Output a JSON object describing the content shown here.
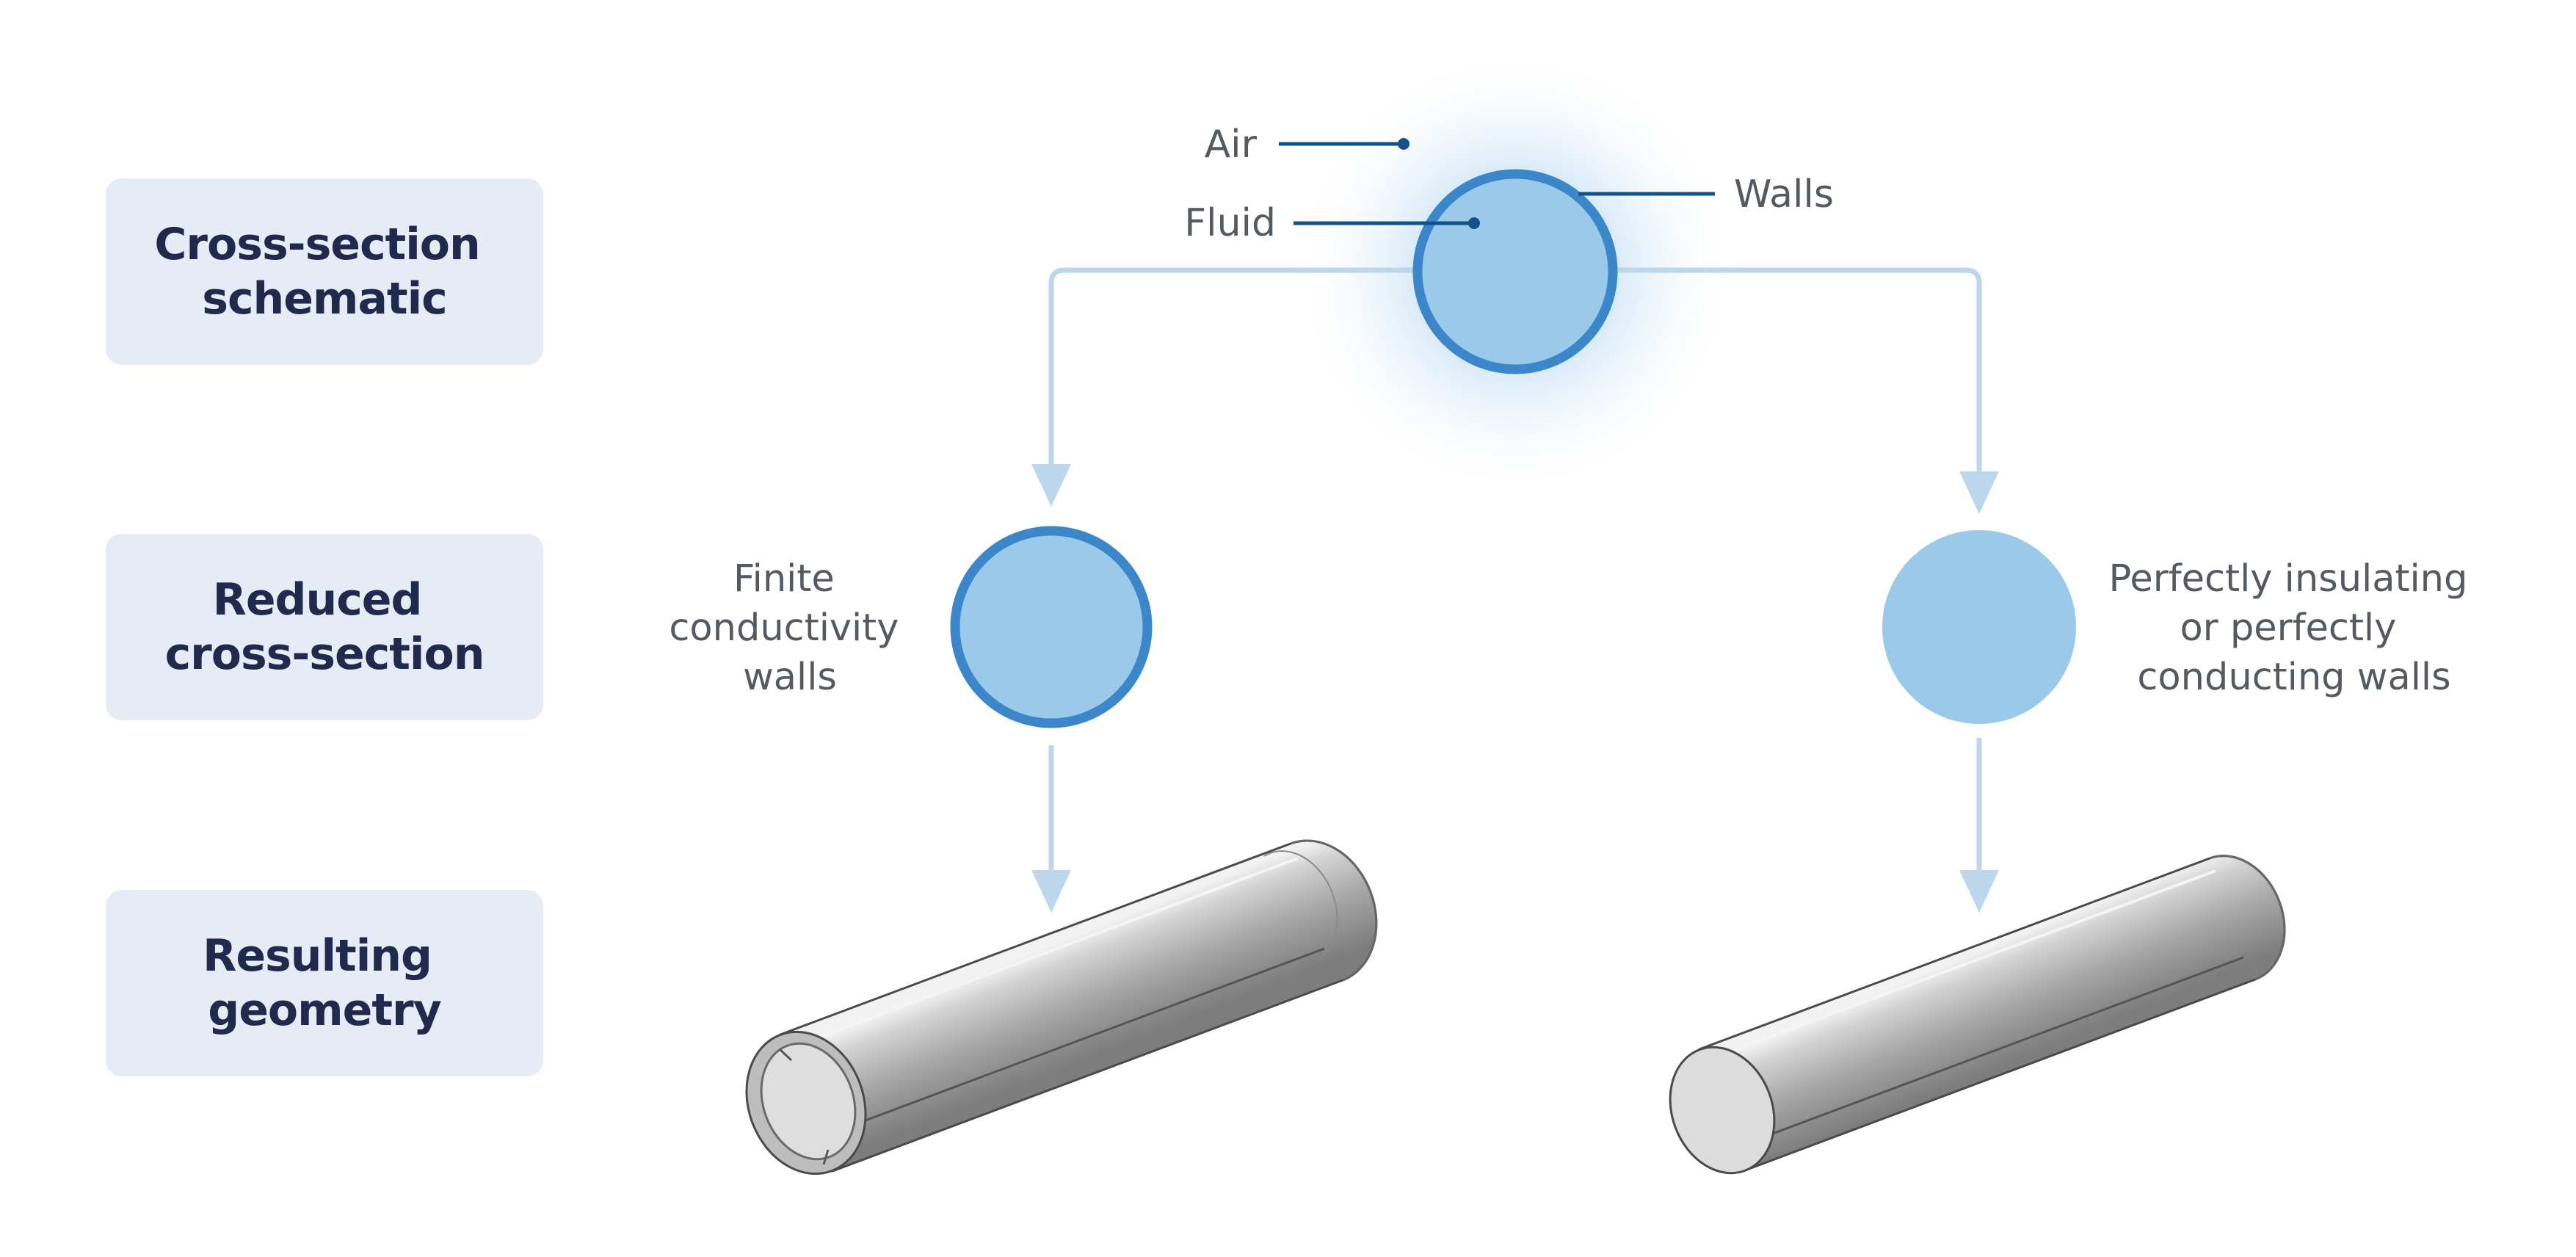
{
  "colors": {
    "background": "#ffffff",
    "row_label_fill": "#e6ecf5",
    "row_label_text": "#1f2a4d",
    "circle_fill": "#9bc9ea",
    "circle_stroke": "#3b87c9",
    "glow": "#8cc2ec",
    "arrow": "#bcd6ec",
    "leader_line": "#16508a",
    "text_gray": "#555a60",
    "cylinder_body": "#a3a3a3",
    "cylinder_cap": "#dcdcdc"
  },
  "rows": [
    {
      "line1": "Cross-section",
      "line2": "schematic"
    },
    {
      "line1": "Reduced",
      "line2": "cross-section"
    },
    {
      "line1": "Resulting",
      "line2": "geometry"
    }
  ],
  "schematic": {
    "air_label": "Air",
    "fluid_label": "Fluid",
    "walls_label": "Walls"
  },
  "left_branch": {
    "line1": "Finite",
    "line2": "conductivity",
    "line3": "walls",
    "circle_icon": "walled-circle-icon",
    "geometry_icon": "hollow-cylinder-icon"
  },
  "right_branch": {
    "line1": "Perfectly insulating",
    "line2": "or perfectly",
    "line3": "conducting walls",
    "circle_icon": "solid-circle-icon",
    "geometry_icon": "solid-cylinder-icon"
  }
}
